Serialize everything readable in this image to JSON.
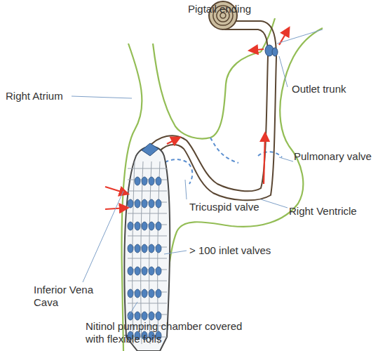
{
  "diagram": {
    "labels": [
      "Pigtail ending",
      "Outlet trunk",
      "Right Atrium",
      "Pulmonary valve",
      "Tricuspid valve",
      "Right Ventricle",
      "> 100 inlet valves",
      "Inferior Vena Cava",
      "Nitinol pumping chamber covered with flexible foils"
    ]
  }
}
